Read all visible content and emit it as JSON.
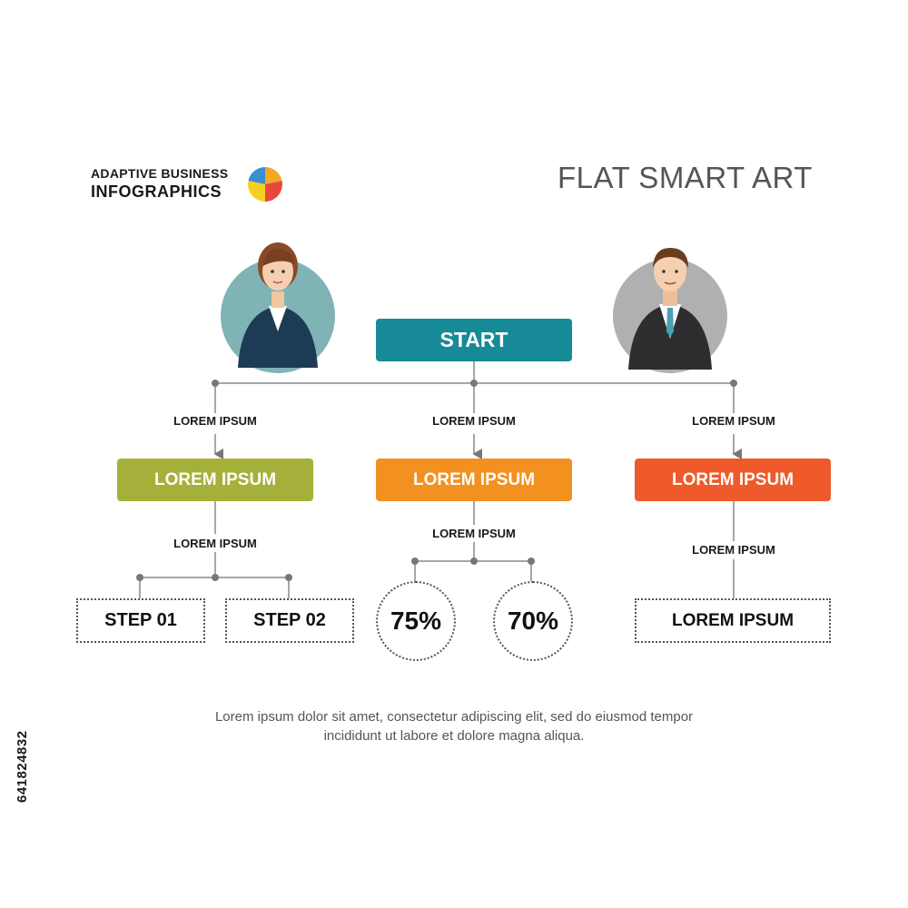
{
  "brand": {
    "line1": "ADAPTIVE BUSINESS",
    "line2": "INFOGRAPHICS"
  },
  "title": "FLAT SMART ART",
  "start": "START",
  "branches": [
    {
      "top_label": "LOREM IPSUM",
      "box": "LOREM IPSUM",
      "bottom_label": "LOREM IPSUM",
      "color": "#a5b03a"
    },
    {
      "top_label": "LOREM IPSUM",
      "box": "LOREM IPSUM",
      "bottom_label": "LOREM IPSUM",
      "color": "#f39120"
    },
    {
      "top_label": "LOREM IPSUM",
      "box": "LOREM IPSUM",
      "bottom_label": "LOREM IPSUM",
      "color": "#ee5a2a"
    }
  ],
  "steps": [
    "STEP 01",
    "STEP 02"
  ],
  "percents": [
    "75%",
    "70%"
  ],
  "right_leaf": "LOREM IPSUM",
  "description": {
    "line1": "Lorem ipsum dolor sit amet, consectetur adipiscing elit, sed do eiusmod tempor",
    "line2": "incididunt ut labore et dolore magna aliqua."
  },
  "stock_id": "641824832",
  "colors": {
    "start": "#168a96",
    "line": "#888888",
    "woman_circle": "#7fb3b6",
    "man_circle": "#b0b0b0"
  }
}
